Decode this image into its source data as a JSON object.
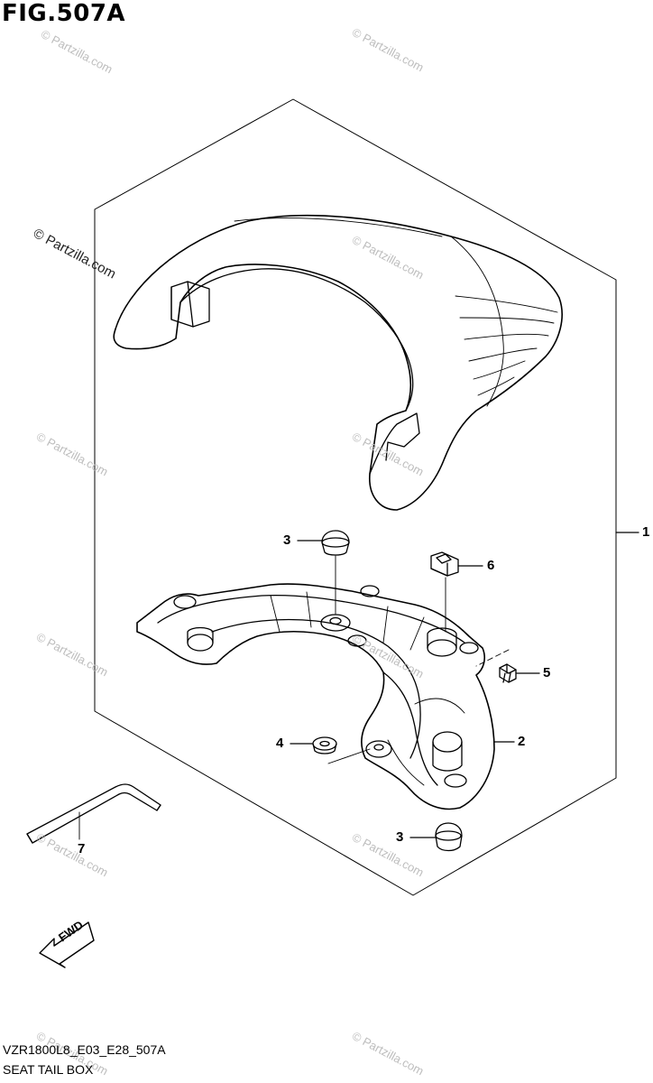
{
  "figure": {
    "title": "FIG.507A",
    "model_code": "VZR1800L8_E03_E28_507A",
    "name": "SEAT TAIL BOX",
    "fwd_label": "FWD"
  },
  "callouts": {
    "c1": "1",
    "c2": "2",
    "c3a": "3",
    "c3b": "3",
    "c4": "4",
    "c5": "5",
    "c6": "6",
    "c7": "7"
  },
  "watermark": {
    "main": "© Partzilla.com",
    "small": "© Partzilla.com"
  }
}
